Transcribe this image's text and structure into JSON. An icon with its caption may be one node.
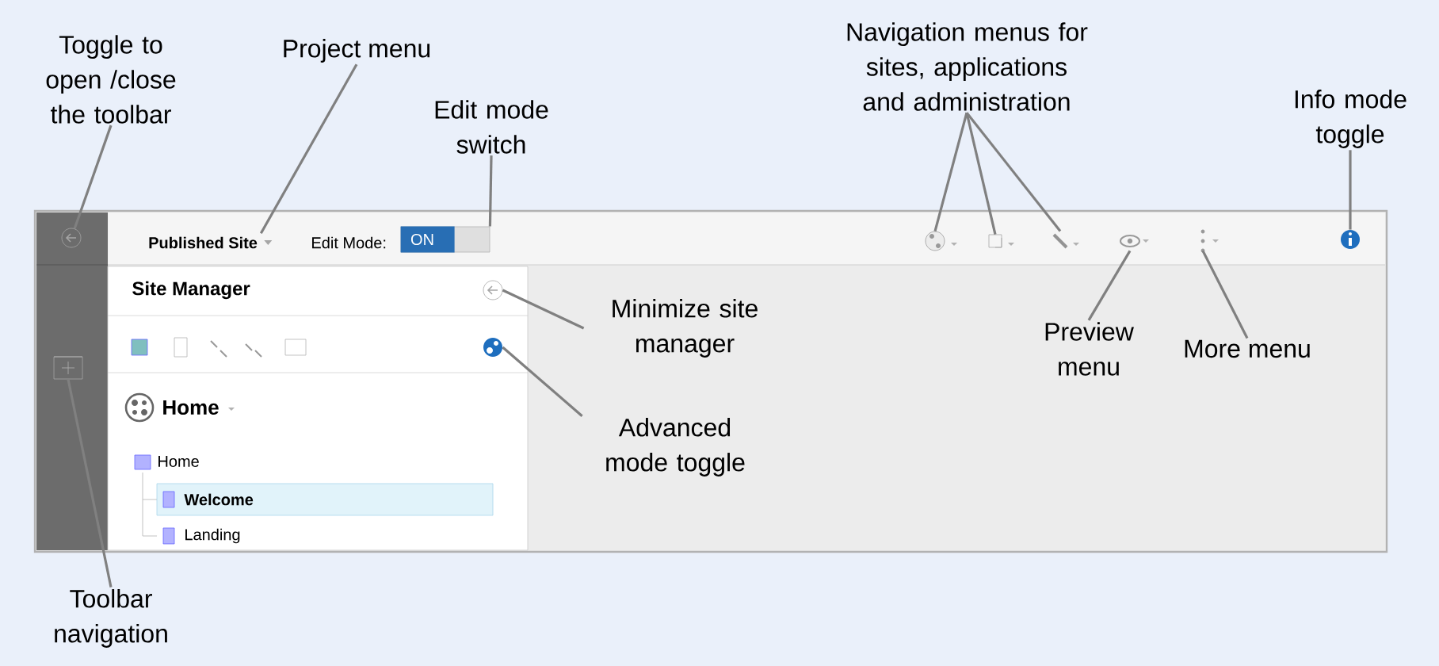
{
  "diagram": {
    "nodes": [
      {
        "text": [
          "Toggle to open /close the toolbar"
        ]
      },
      {
        "text": [
          "Project menu"
        ]
      },
      {
        "text": [
          "Edit mode switch"
        ]
      },
      {
        "text": [
          "Navigation menus for sites, applications and administration"
        ]
      },
      {
        "text": [
          "Info mode toggle"
        ]
      },
      {
        "text": [
          "Minimize site manager"
        ]
      },
      {
        "text": [
          "Preview menu"
        ]
      },
      {
        "text": [
          "More menu"
        ]
      },
      {
        "text": [
          "Advanced mode toggle"
        ]
      },
      {
        "text": [
          "Toolbar navigation"
        ]
      },
      {
        "text": [],
        "shape": "circle"
      },
      {
        "text": [
          "Published Site"
        ]
      },
      {
        "text": [
          "ON"
        ]
      },
      {
        "text": [],
        "shape": "circle"
      },
      {
        "text": [],
        "shape": "box"
      },
      {
        "text": [],
        "shape": "picture"
      },
      {
        "text": [],
        "shape": "circle"
      },
      {
        "text": [],
        "shape": "circle"
      },
      {
        "text": [],
        "shape": "picture"
      },
      {
        "text": [],
        "shape": "picture"
      },
      {
        "text": [],
        "shape": "circle"
      },
      {
        "text": [],
        "shape": "box"
      }
    ],
    "edges": [
      {
        "from": 0,
        "to": 10,
        "arrow": "none"
      },
      {
        "from": 1,
        "to": 11,
        "arrow": "none"
      },
      {
        "from": 2,
        "to": 12,
        "arrow": "none"
      },
      {
        "from": 3,
        "to": 13,
        "arrow": "none"
      },
      {
        "from": 3,
        "to": 14,
        "arrow": "none"
      },
      {
        "from": 3,
        "to": 15,
        "arrow": "none"
      },
      {
        "from": 4,
        "to": 16,
        "arrow": "none"
      },
      {
        "from": 5,
        "to": 17,
        "arrow": "none"
      },
      {
        "from": 6,
        "to": 18,
        "arrow": "none"
      },
      {
        "from": 7,
        "to": 19,
        "arrow": "none"
      },
      {
        "from": 8,
        "to": 20,
        "arrow": "none"
      },
      {
        "from": 9,
        "to": 21,
        "arrow": "none"
      }
    ],
    "labels": [
      "Edit Mode:",
      "Site Manager",
      "Home",
      "Home",
      "Welcome",
      "Landing"
    ]
  }
}
